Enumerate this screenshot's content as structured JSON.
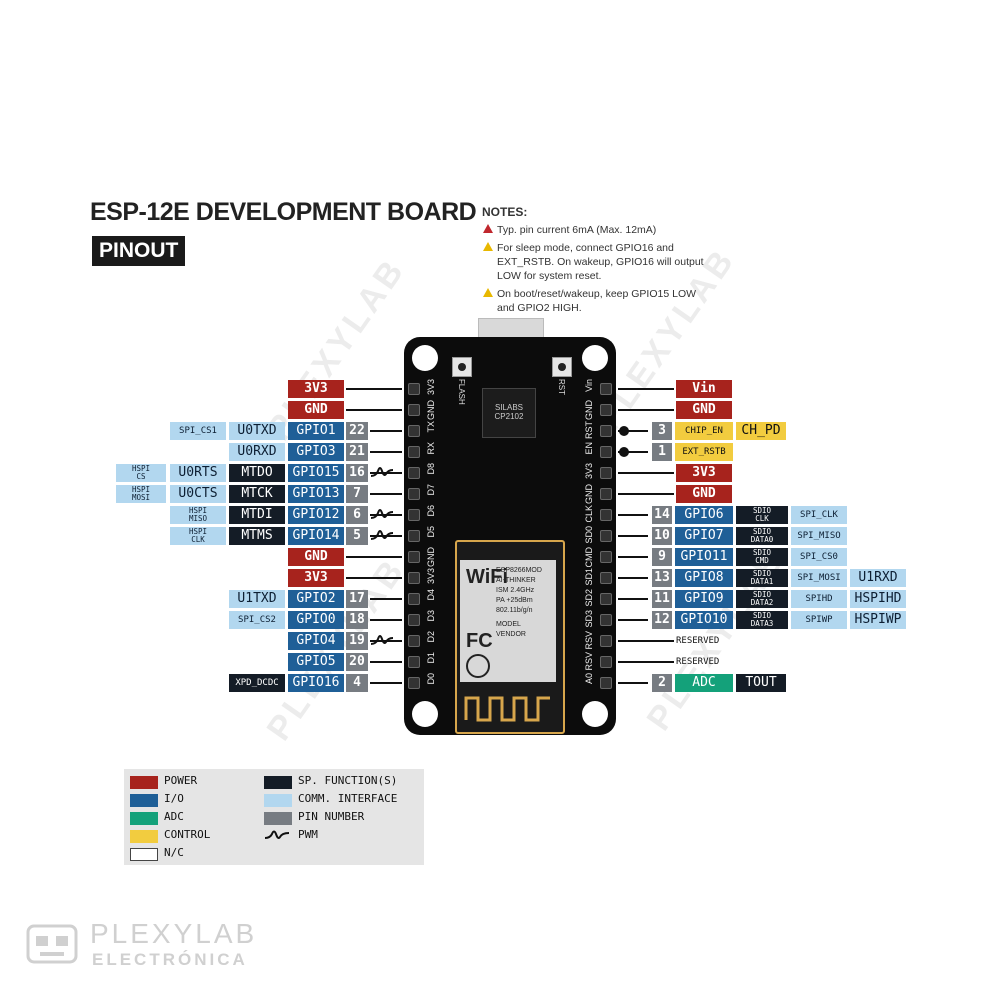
{
  "title": "ESP-12E DEVELOPMENT BOARD",
  "subtitle": "PINOUT",
  "notes": {
    "header": "NOTES:",
    "items": [
      "Typ. pin current 6mA (Max. 12mA)",
      "For sleep mode, connect GPIO16 and EXT_RSTB. On wakeup, GPIO16 will output LOW for system reset.",
      "On boot/reset/wakeup, keep GPIO15 LOW and GPIO2 HIGH."
    ]
  },
  "colors": {
    "power": "#a7231d",
    "io": "#1f5f97",
    "adc": "#14a17a",
    "control": "#f2cc3f",
    "nc": "#ffffff",
    "sp_function": "#141c26",
    "comm_interface": "#b2d7ef",
    "pin_number": "#777c82"
  },
  "board": {
    "flash_label": "FLASH",
    "rst_label": "RST",
    "chip": [
      "SILABS",
      "CP2102"
    ],
    "module_text": [
      "ESP8266MOD",
      "AI-THINKER",
      "ISM 2.4GHz",
      "PA +25dBm",
      "802.11b/g/n"
    ],
    "model_text": [
      "MODEL",
      "VENDOR"
    ],
    "wifi_text": "WiFi",
    "fc_text": "FC",
    "left_pins": [
      "3V3",
      "GND",
      "TX",
      "RX",
      "D8",
      "D7",
      "D6",
      "D5",
      "GND",
      "3V3",
      "D4",
      "D3",
      "D2",
      "D1",
      "D0"
    ],
    "right_pins": [
      "Vin",
      "GND",
      "RST",
      "EN",
      "3V3",
      "GND",
      "CLK",
      "SD0",
      "CMD",
      "SD1",
      "SD2",
      "SD3",
      "RSV",
      "RSV",
      "A0"
    ]
  },
  "left_rows": [
    {
      "power": "3V3"
    },
    {
      "power": "GND"
    },
    {
      "gpio": "GPIO1",
      "num": "22",
      "sp": "U0TXD",
      "comm": "SPI_CS1"
    },
    {
      "gpio": "GPIO3",
      "num": "21",
      "sp": "U0RXD"
    },
    {
      "gpio": "GPIO15",
      "num": "16",
      "pwm": true,
      "sp": "MTDO",
      "sp2": "U0RTS",
      "hspi": [
        "HSPI",
        "CS"
      ]
    },
    {
      "gpio": "GPIO13",
      "num": "7",
      "sp": "MTCK",
      "sp2": "U0CTS",
      "hspi": [
        "HSPI",
        "MOSI"
      ]
    },
    {
      "gpio": "GPIO12",
      "num": "6",
      "pwm": true,
      "sp": "MTDI",
      "hspi": [
        "HSPI",
        "MISO"
      ]
    },
    {
      "gpio": "GPIO14",
      "num": "5",
      "pwm": true,
      "sp": "MTMS",
      "hspi": [
        "HSPI",
        "CLK"
      ]
    },
    {
      "power": "GND"
    },
    {
      "power": "3V3"
    },
    {
      "gpio": "GPIO2",
      "num": "17",
      "sp": "U1TXD"
    },
    {
      "gpio": "GPIO0",
      "num": "18",
      "comm": "SPI_CS2"
    },
    {
      "gpio": "GPIO4",
      "num": "19",
      "pwm": true
    },
    {
      "gpio": "GPIO5",
      "num": "20"
    },
    {
      "gpio": "GPIO16",
      "num": "4",
      "sp": "XPD_DCDC"
    }
  ],
  "right_rows": [
    {
      "power": "Vin"
    },
    {
      "power": "GND"
    },
    {
      "num": "3",
      "ctrl": "CHIP_EN",
      "ctrl2": "CH_PD"
    },
    {
      "num": "1",
      "ctrl": "EXT_RSTB"
    },
    {
      "power": "3V3"
    },
    {
      "power": "GND"
    },
    {
      "num": "14",
      "gpio": "GPIO6",
      "sp": [
        "SDIO",
        "CLK"
      ],
      "comm": "SPI_CLK"
    },
    {
      "num": "10",
      "gpio": "GPIO7",
      "sp": [
        "SDIO",
        "DATA0"
      ],
      "comm": "SPI_MISO"
    },
    {
      "num": "9",
      "gpio": "GPIO11",
      "sp": [
        "SDIO",
        "CMD"
      ],
      "comm": "SPI_CS0"
    },
    {
      "num": "13",
      "gpio": "GPIO8",
      "sp": [
        "SDIO",
        "DATA1"
      ],
      "comm": "SPI_MOSI",
      "comm2": "U1RXD"
    },
    {
      "num": "11",
      "gpio": "GPIO9",
      "sp": [
        "SDIO",
        "DATA2"
      ],
      "comm": "SPIHD",
      "comm2": "HSPIHD"
    },
    {
      "num": "12",
      "gpio": "GPIO10",
      "sp": [
        "SDIO",
        "DATA3"
      ],
      "comm": "SPIWP",
      "comm2": "HSPIWP"
    },
    {
      "reserved": "RESERVED"
    },
    {
      "reserved": "RESERVED"
    },
    {
      "num": "2",
      "adc": "ADC",
      "sp": "TOUT"
    }
  ],
  "legend": {
    "items": [
      {
        "label": "POWER",
        "color": "#a7231d"
      },
      {
        "label": "I/O",
        "color": "#1f5f97"
      },
      {
        "label": "ADC",
        "color": "#14a17a"
      },
      {
        "label": "CONTROL",
        "color": "#f2cc3f"
      },
      {
        "label": "N/C",
        "color": "#ffffff"
      },
      {
        "label": "SP. FUNCTION(S)",
        "color": "#141c26"
      },
      {
        "label": "COMM. INTERFACE",
        "color": "#b2d7ef"
      },
      {
        "label": "PIN NUMBER",
        "color": "#777c82"
      },
      {
        "label": "PWM",
        "icon": "pwm-icon"
      }
    ]
  },
  "watermark": "PLEXYLAB",
  "brand": {
    "name": "PLEXYLAB",
    "tagline": "ELECTRÓNICA"
  }
}
